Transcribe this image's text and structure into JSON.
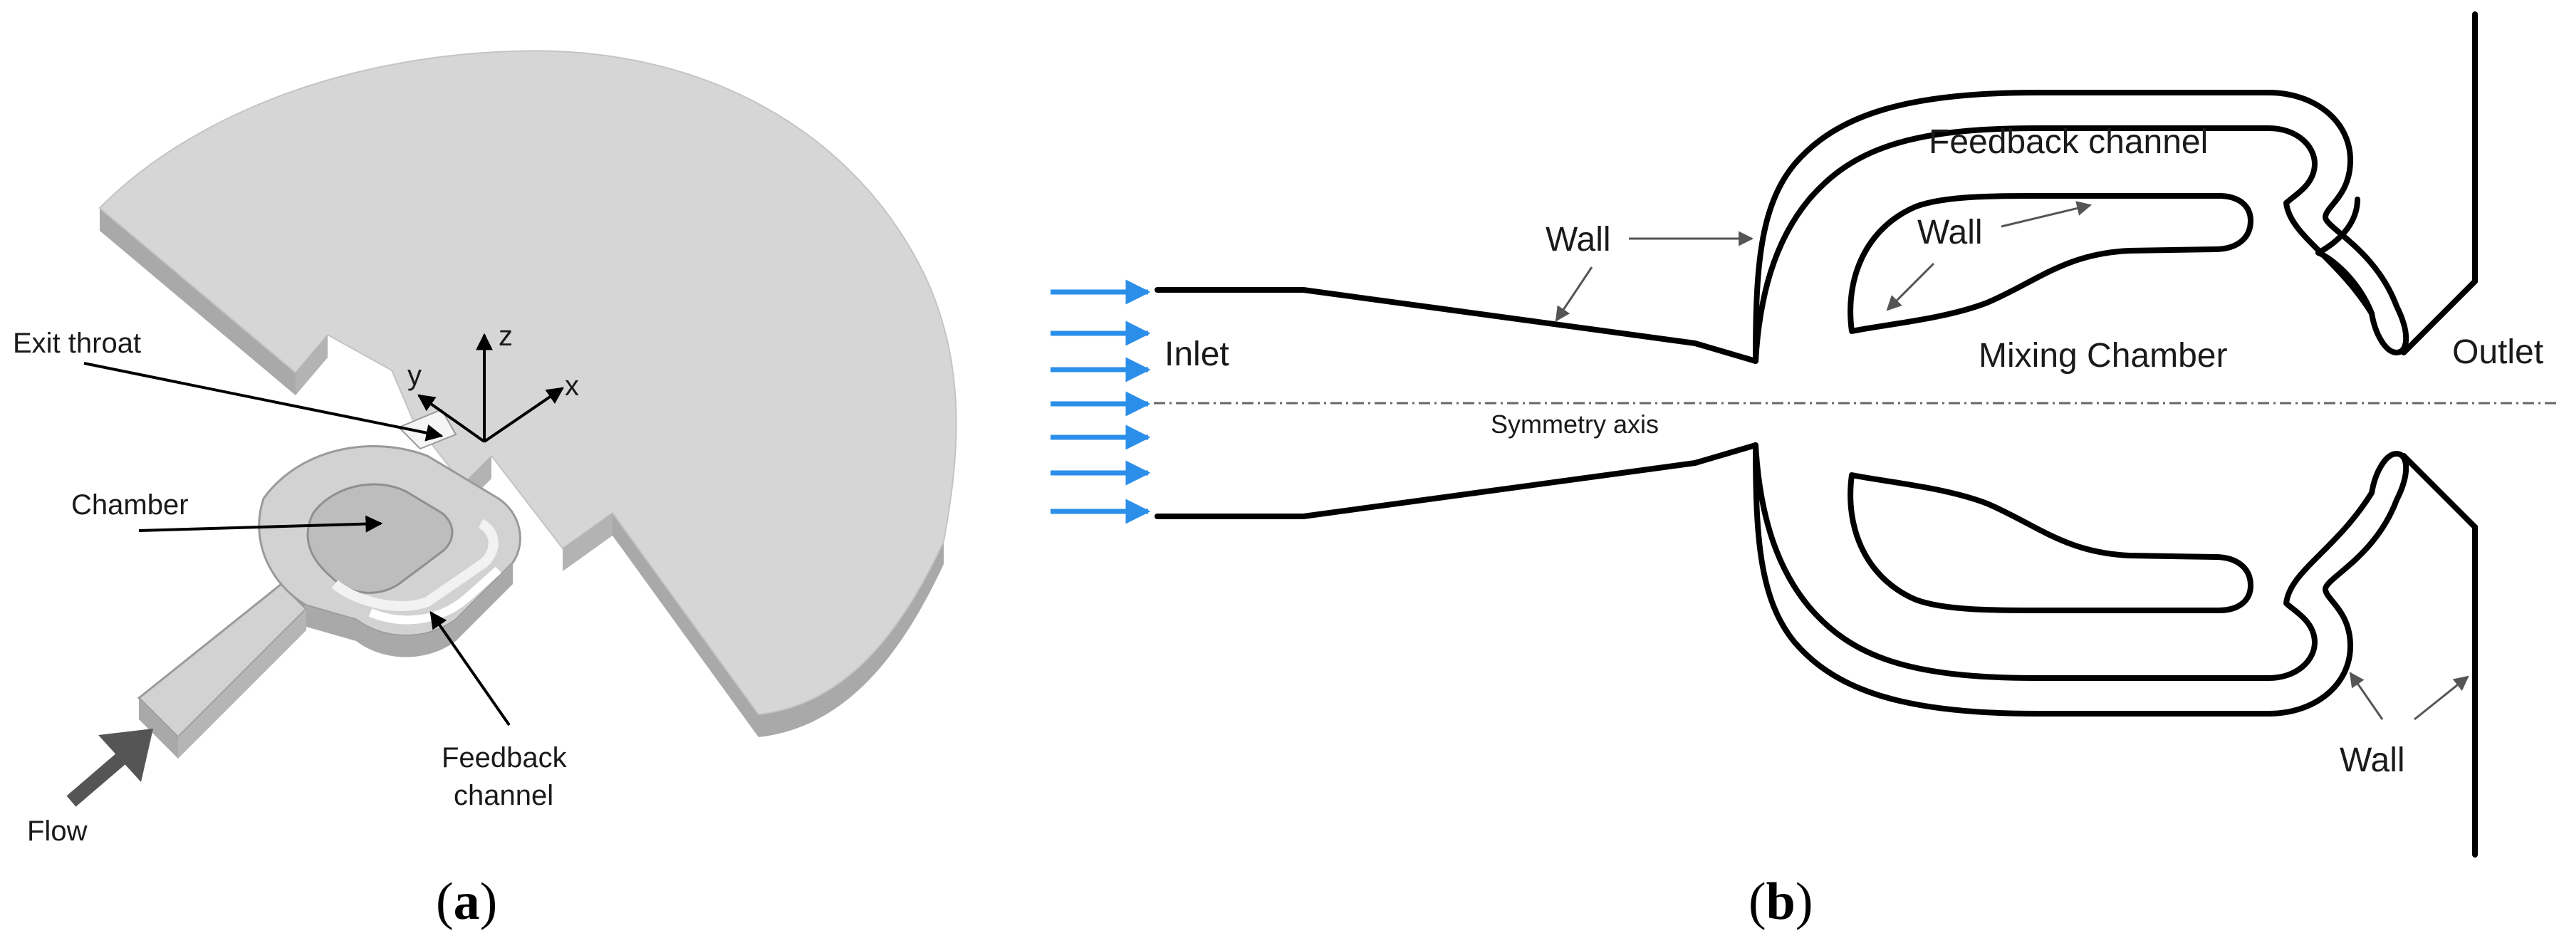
{
  "panel_a": {
    "labels": {
      "exit_throat": "Exit throat",
      "chamber": "Chamber",
      "feedback_line1": "Feedback",
      "feedback_line2": "channel",
      "flow": "Flow",
      "axis_x": "x",
      "axis_y": "y",
      "axis_z": "z"
    },
    "caption": {
      "open": "(",
      "letter": "a",
      "close": ")"
    }
  },
  "panel_b": {
    "labels": {
      "feedback_channel": "Feedback channel",
      "wall": "Wall",
      "inlet": "Inlet",
      "mixing_chamber": "Mixing Chamber",
      "outlet": "Outlet",
      "symmetry_axis": "Symmetry axis"
    },
    "caption": {
      "open": "(",
      "letter": "b",
      "close": ")"
    }
  },
  "colors": {
    "model_top": "#d6d6d6",
    "model_side": "#a9a9a9",
    "inlet_arrow": "#2b8fea",
    "outline": "#000000"
  }
}
